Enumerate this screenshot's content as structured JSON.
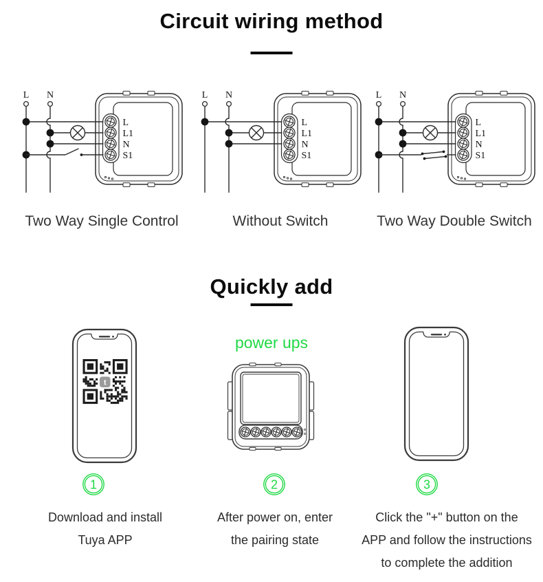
{
  "theme": {
    "accent_green": "#20d845",
    "line_color": "#2b2b2b",
    "text_color": "#2b2b2b"
  },
  "wiring_section": {
    "title": "Circuit wiring method",
    "diagrams": [
      {
        "caption": "Two Way Single Control",
        "switch_type": "single",
        "wire_labels": {
          "live": "L",
          "neutral": "N"
        },
        "terminals": [
          "L",
          "L1",
          "N",
          "S1"
        ]
      },
      {
        "caption": "Without Switch",
        "switch_type": "none",
        "wire_labels": {
          "live": "L",
          "neutral": "N"
        },
        "terminals": [
          "L",
          "L1",
          "N",
          "S1"
        ]
      },
      {
        "caption": "Two Way Double Switch",
        "switch_type": "double",
        "wire_labels": {
          "live": "L",
          "neutral": "N"
        },
        "terminals": [
          "L",
          "L1",
          "N",
          "S1"
        ]
      }
    ]
  },
  "quick_add_section": {
    "title": "Quickly add",
    "qr_logo_letter": "t",
    "steps": [
      {
        "number": "1",
        "caption_lines": [
          "Download and install",
          "Tuya APP"
        ]
      },
      {
        "number": "2",
        "label": "power ups",
        "caption_lines": [
          "After power on, enter",
          "the pairing state"
        ]
      },
      {
        "number": "3",
        "caption_lines": [
          "Click the \"+\" button on the",
          "APP and follow the instructions",
          "to complete the addition"
        ]
      }
    ]
  }
}
